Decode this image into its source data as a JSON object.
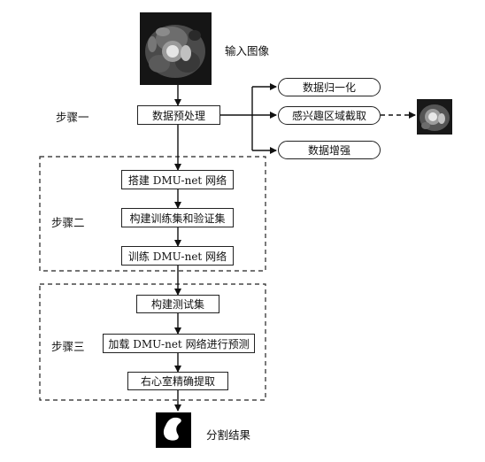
{
  "labels": {
    "input_image": "输入图像",
    "step1": "步骤一",
    "step2": "步骤二",
    "step3": "步骤三",
    "result": "分割结果"
  },
  "steps": {
    "preprocess": "数据预处理",
    "build_net": "搭建 DMU-net 网络",
    "build_sets": "构建训练集和验证集",
    "train_net": "训练 DMU-net 网络",
    "build_test": "构建测试集",
    "predict": "加载 DMU-net 网络进行预测",
    "extract": "右心室精确提取"
  },
  "branches": {
    "normalize": "数据归一化",
    "roi_crop": "感兴趣区域截取",
    "augment": "数据增强"
  },
  "icons": {
    "input": "mri-slice-image",
    "roi": "roi-crop-image",
    "mask": "segmentation-mask-image"
  },
  "colors": {
    "line": "#111111",
    "mask_bg": "#000000",
    "mask_fg": "#ffffff"
  }
}
